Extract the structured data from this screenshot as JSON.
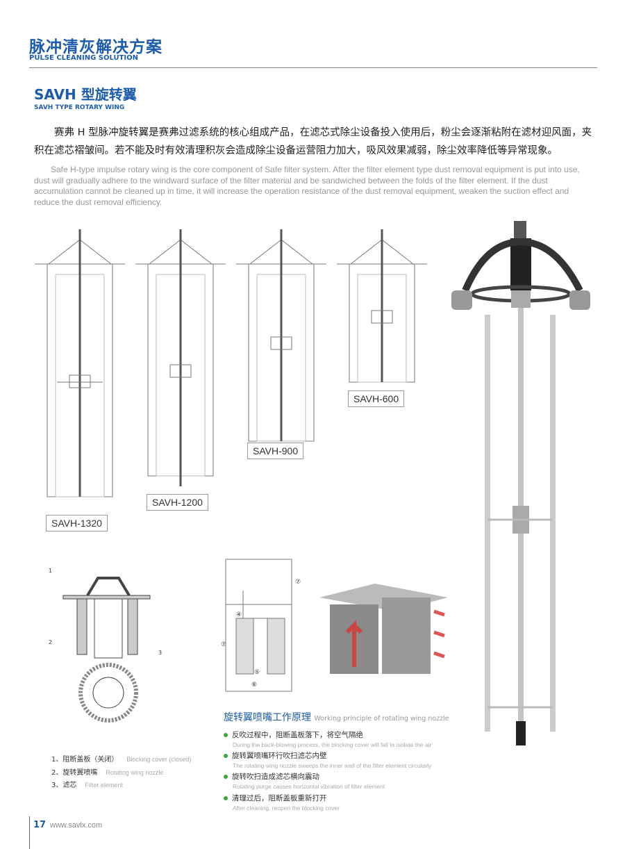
{
  "header": {
    "title": "脉冲清灰解决方案",
    "subtitle": "PULSE CLEANING SOLUTION"
  },
  "section": {
    "title": "SAVH 型旋转翼",
    "subtitle": "SAVH TYPE ROTARY WING"
  },
  "intro_cn": "赛弗 H 型脉冲旋转翼是赛弗过滤系统的核心组成产品，在滤芯式除尘设备投入使用后，粉尘会逐渐粘附在滤材迎风面，夹积在滤芯褶皱间。若不能及时有效清理积灰会造成除尘设备运营阻力加大，吸风效果减弱，除尘效率降低等异常现象。",
  "intro_en": "Safe H-type impulse rotary wing is the core component of Safe filter system. After the filter element type dust removal equipment is put into use, dust will gradually adhere to the windward surface of the filter material and be sandwiched between the folds of the filter element. If the dust accumulation cannot be cleaned up in time, it will increase the operation resistance of the dust removal equipment, weaken the suction effect and reduce the dust removal efficiency.",
  "models": [
    "SAVH-1320",
    "SAVH-1200",
    "SAVH-900",
    "SAVH-600"
  ],
  "diagram_numbers": [
    "1",
    "2",
    "3"
  ],
  "flow_numbers": [
    "④",
    "⑤",
    "⑥",
    "⑦",
    "⑦"
  ],
  "legend": [
    {
      "cn": "1、阻断盖板（关闭）",
      "en": "Blocking cover (closed)"
    },
    {
      "cn": "2、旋转翼喷嘴",
      "en": "Rotating wing nozzle"
    },
    {
      "cn": "3、滤芯",
      "en": "Filter element"
    }
  ],
  "principle": {
    "title": "旋转翼喷嘴工作原理",
    "title_en": "Working principle of rotating wing nozzle",
    "steps": [
      {
        "cn": "反吹过程中，阻断盖板落下，将空气隔绝",
        "en": "During the back-blowing process, the blocking cover will fall to isolate the air"
      },
      {
        "cn": "旋转翼喷嘴环行吹扫滤芯内壁",
        "en": "The rotating wing nozzle sweeps the inner wall of the filter element circularly"
      },
      {
        "cn": "旋转吹扫造成滤芯横向震动",
        "en": "Rotating purge causes horizontal vibration of filter element"
      },
      {
        "cn": "清理过后，阻断盖板重新打开",
        "en": "After cleaning, reopen the blocking cover"
      }
    ]
  },
  "footer": {
    "page": "17",
    "url": "www.savlx.com"
  },
  "colors": {
    "accent": "#1c5ca8",
    "bullet": "#3aa43a"
  }
}
